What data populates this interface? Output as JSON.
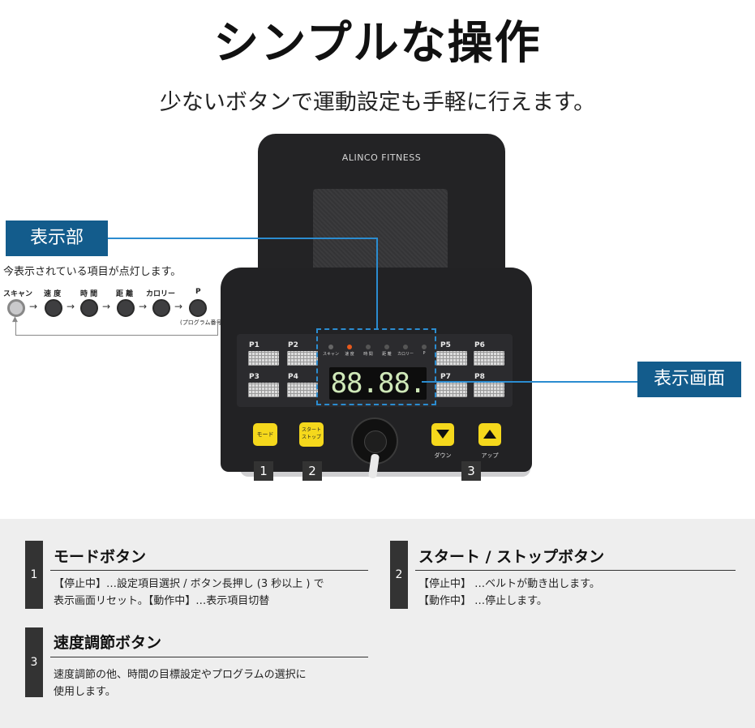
{
  "header": {
    "title": "シンプルな操作",
    "subtitle": "少ないボタンで運動設定も手軽に行えます。"
  },
  "console": {
    "brand": "ALINCO FITNESS",
    "indicator_labels": [
      "スキャン",
      "速 度",
      "時 間",
      "距 離",
      "カロリー",
      "P"
    ],
    "display_readout": "88.88.",
    "programs": [
      "P1",
      "P2",
      "P3",
      "P4",
      "P5",
      "P6",
      "P7",
      "P8"
    ],
    "buttons": {
      "mode": "モード",
      "start_stop_line1": "スタート",
      "start_stop_line2": "ストップ",
      "down_caption": "ダウン",
      "up_caption": "アップ"
    },
    "number_tags": [
      "1",
      "2",
      "3"
    ]
  },
  "callouts": {
    "display_area": {
      "label": "表示部",
      "description": "今表示されている項目が点灯します。"
    },
    "screen": {
      "label": "表示画面"
    },
    "legend": {
      "items": [
        "スキャン",
        "速 度",
        "時 間",
        "距 離",
        "カロリー",
        "P"
      ],
      "note": "(プログラム番号)"
    }
  },
  "explanations": [
    {
      "number": "1",
      "title": "モードボタン",
      "line1": "【停止中】…設定項目選択 / ボタン長押し (3 秒以上 ) で",
      "line2": "表示画面リセット。【動作中】…表示項目切替"
    },
    {
      "number": "2",
      "title": "スタート / ストップボタン",
      "line1": "【停止中】 …ベルトが動き出します。",
      "line2": "【動作中】 …停止します。"
    },
    {
      "number": "3",
      "title": "速度調節ボタン",
      "line1": "速度調節の他、時間の目標設定やプログラムの選択に",
      "line2": "使用します。"
    }
  ],
  "colors": {
    "callout_blue": "#135c8c",
    "highlight_blue": "#2b8cd0",
    "button_yellow": "#f5d81c",
    "console_dark": "#222224"
  }
}
